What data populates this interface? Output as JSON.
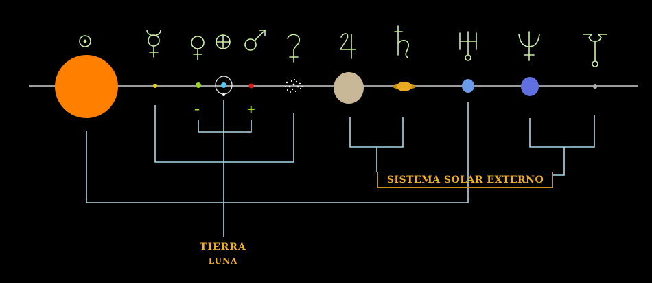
{
  "colors": {
    "background": "#000000",
    "axis": "#9a9a9a",
    "connector": "#a8d8e8",
    "symbol": "#c8f0a0",
    "label": "#f0b020",
    "sign": "#b0e030"
  },
  "labels": {
    "tierra": "TIERRA",
    "luna": "LUNA",
    "externo": "SISTEMA SOLAR EXTERNO"
  },
  "signs": {
    "minus": "–",
    "plus": "+"
  },
  "bodies": [
    {
      "name": "sol",
      "symbol": "sun-symbol",
      "color": "#ff7f00"
    },
    {
      "name": "mercurio",
      "symbol": "mercury-symbol",
      "color": "#e6d21a"
    },
    {
      "name": "venus",
      "symbol": "venus-symbol",
      "color": "#9ad02a"
    },
    {
      "name": "tierra",
      "symbol": "earth-symbol",
      "color": "#58c8f0"
    },
    {
      "name": "marte",
      "symbol": "mars-symbol",
      "color": "#e01818"
    },
    {
      "name": "cinturon-de-asteroides",
      "symbol": "ceres-symbol",
      "color": "#ffffff"
    },
    {
      "name": "jupiter",
      "symbol": "jupiter-symbol",
      "color": "#c8b898"
    },
    {
      "name": "saturno",
      "symbol": "saturn-symbol",
      "color": "#e8a820"
    },
    {
      "name": "urano",
      "symbol": "uranus-symbol",
      "color": "#6a9ae8"
    },
    {
      "name": "neptuno",
      "symbol": "neptune-symbol",
      "color": "#6070e0"
    },
    {
      "name": "pluton",
      "symbol": "pluto-symbol",
      "color": "#b0b0b0"
    }
  ]
}
